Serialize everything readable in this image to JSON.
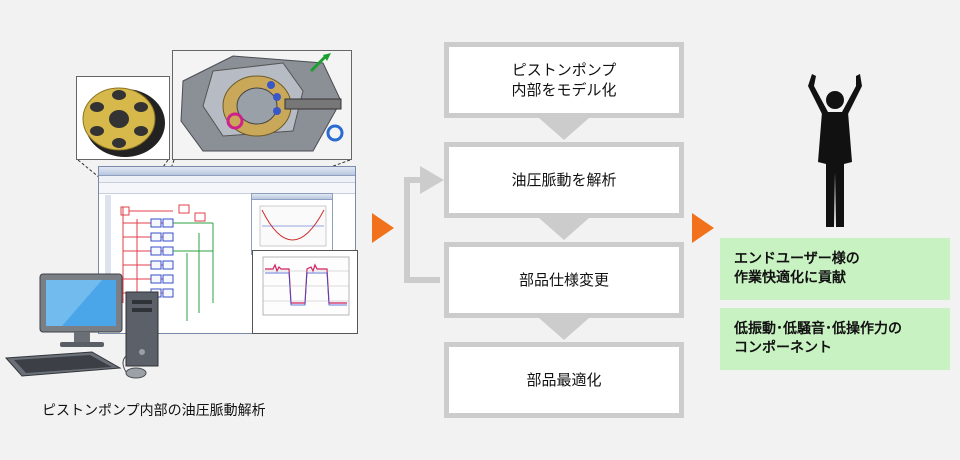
{
  "left_caption": "ピストンポンプ内部の油圧脈動解析",
  "flow_steps": [
    "ピストンポンプ\n内部をモデル化",
    "油圧脈動を解析",
    "部品仕様変更",
    "部品最適化"
  ],
  "results": [
    "エンドユーザー様の\n作業快適化に貢献",
    "低振動･低騒音･低操作力の\nコンポーネント"
  ],
  "colors": {
    "arrow_orange": "#f2711c",
    "flow_gray": "#cccccc",
    "result_green": "#c9f2c2",
    "background": "#f2f2f2"
  }
}
